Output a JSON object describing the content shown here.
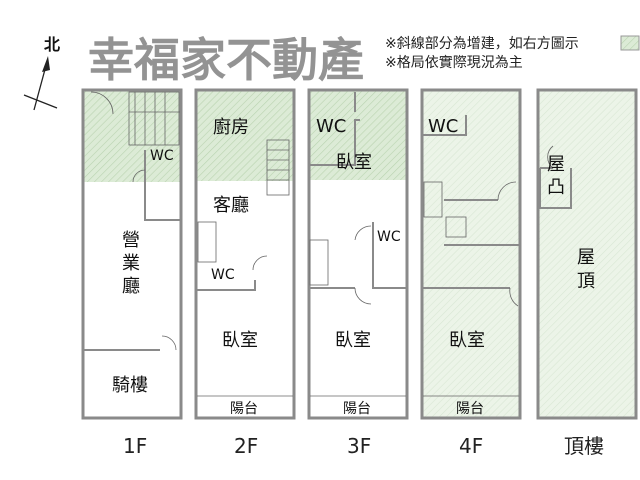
{
  "compass": {
    "label": "北"
  },
  "notes": [
    "※斜線部分為增建，如右方圖示",
    "※格局依實際現況為主"
  ],
  "colors": {
    "hatch": "#dcebd6",
    "hatch_line": "#b9d3b0",
    "wall": "#8a8a8a"
  },
  "watermark": "幸福家不動產",
  "floors": [
    {
      "label": "1F",
      "rooms": {
        "wc": "WC",
        "main": [
          "營",
          "業",
          "廳"
        ],
        "arcade": "騎樓"
      }
    },
    {
      "label": "2F",
      "rooms": {
        "kitchen": "廚房",
        "living": "客廳",
        "wc": "WC",
        "bedroom": "臥室",
        "balcony": "陽台"
      }
    },
    {
      "label": "3F",
      "rooms": {
        "wc_top": "WC",
        "bedroom_top": "臥室",
        "wc_mid": "WC",
        "bedroom": "臥室",
        "balcony": "陽台"
      }
    },
    {
      "label": "4F",
      "rooms": {
        "wc": "WC",
        "bedroom": "臥室",
        "balcony": "陽台"
      }
    },
    {
      "label": "頂樓",
      "rooms": {
        "bump": [
          "屋",
          "凸"
        ],
        "roof": [
          "屋",
          "頂"
        ]
      }
    }
  ]
}
